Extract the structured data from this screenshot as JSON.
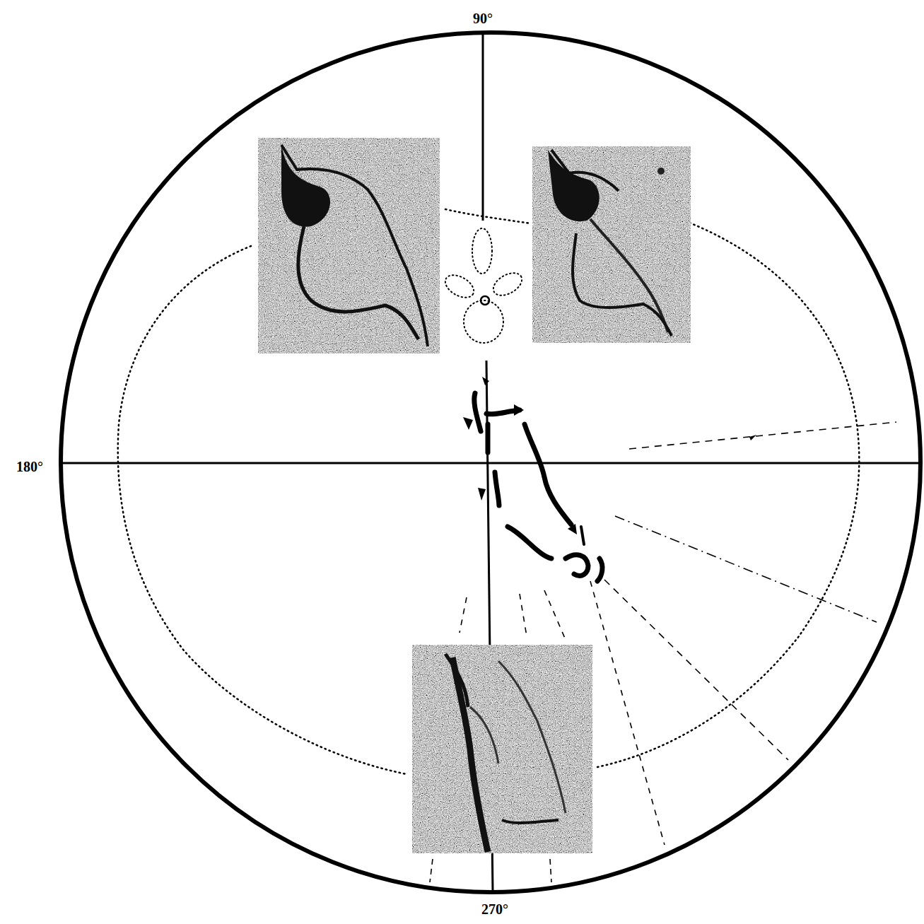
{
  "diagram": {
    "labels": [
      "90°",
      "180°",
      "270°"
    ]
  }
}
